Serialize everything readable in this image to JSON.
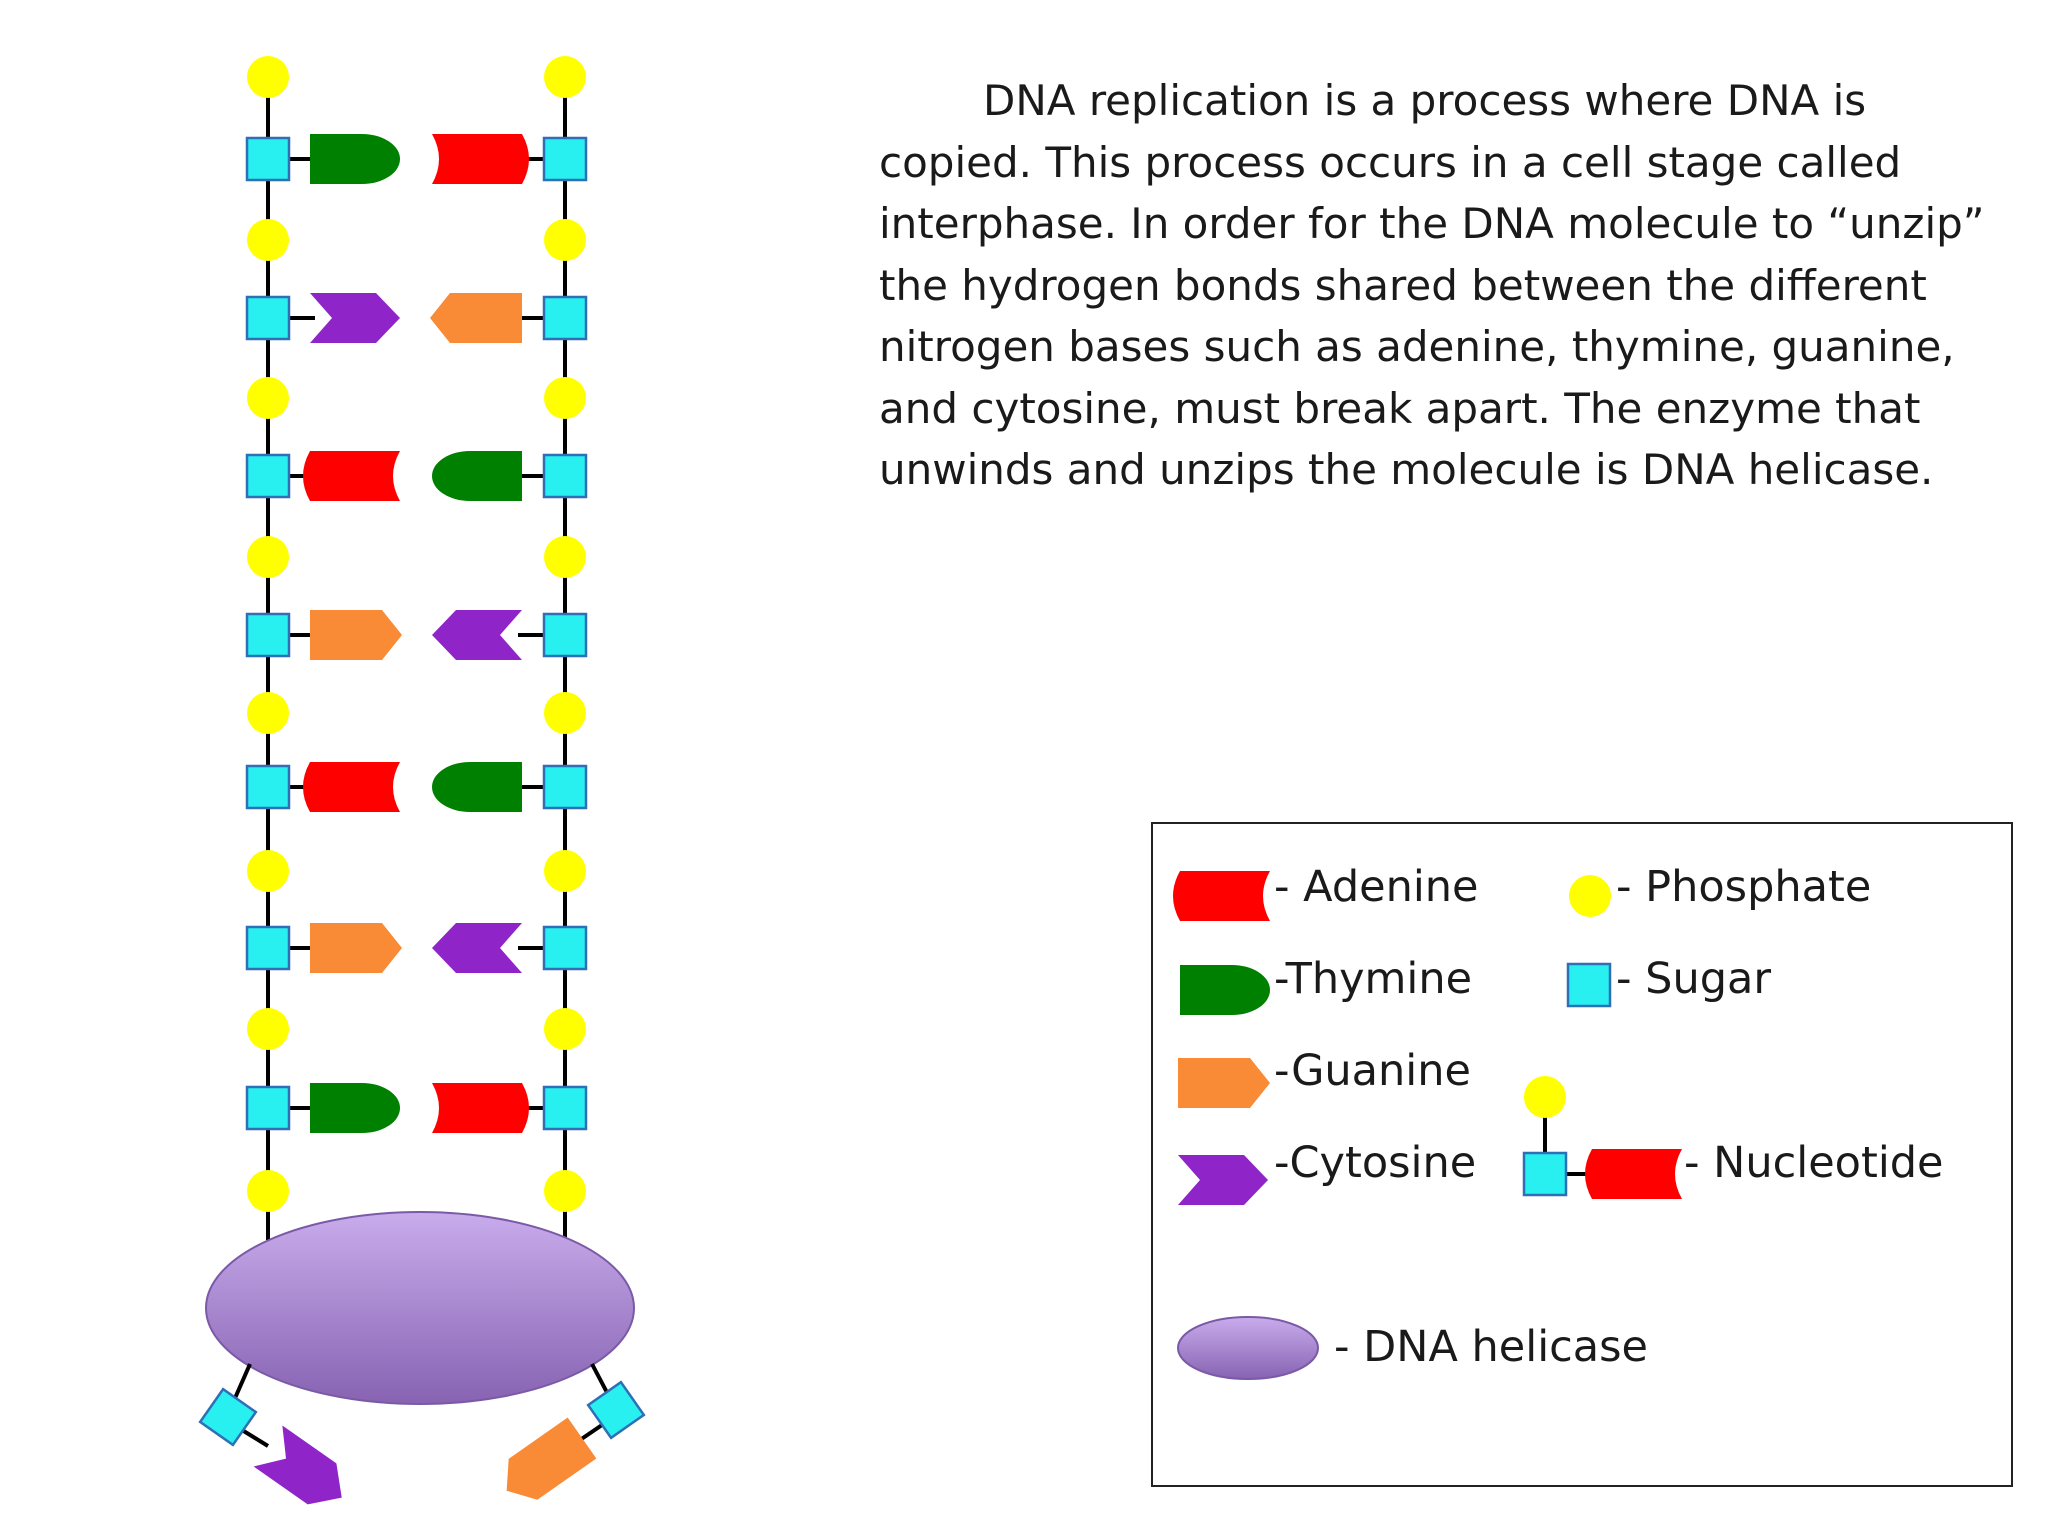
{
  "description": {
    "lines": [
      "DNA replication is a process where DNA is",
      "copied. This process occurs in a cell stage called",
      "interphase. In order for the DNA molecule to “unzip”",
      "the hydrogen bonds shared between the different",
      "nitrogen bases such as adenine, thymine, guanine,",
      "and cytosine, must break apart. The enzyme that",
      "unwinds and unzips the molecule is DNA helicase."
    ]
  },
  "legend": {
    "adenine": "- Adenine",
    "thymine": "-Thymine",
    "guanine": "-Guanine",
    "cytosine": "-Cytosine",
    "phosphate": "- Phosphate",
    "sugar": "- Sugar",
    "nucleotide": "- Nucleotide",
    "helicase": "- DNA helicase"
  },
  "dna": {
    "base_pairs": [
      [
        "thymine",
        "adenine"
      ],
      [
        "cytosine",
        "guanine"
      ],
      [
        "adenine",
        "thymine"
      ],
      [
        "guanine",
        "cytosine"
      ],
      [
        "adenine",
        "thymine"
      ],
      [
        "guanine",
        "cytosine"
      ],
      [
        "thymine",
        "adenine"
      ]
    ],
    "released_bases": [
      "cytosine",
      "guanine"
    ]
  },
  "colors": {
    "adenine": "#ff0000",
    "thymine": "#008000",
    "guanine": "#f98b36",
    "cytosine": "#8f24c8",
    "phosphate": "#ffff00",
    "sugar": "#28f0f0",
    "sugar_border": "#2e6fb5",
    "helicase_top": "#c9acec",
    "helicase_bottom": "#8763b2",
    "backbone": "#000000"
  }
}
